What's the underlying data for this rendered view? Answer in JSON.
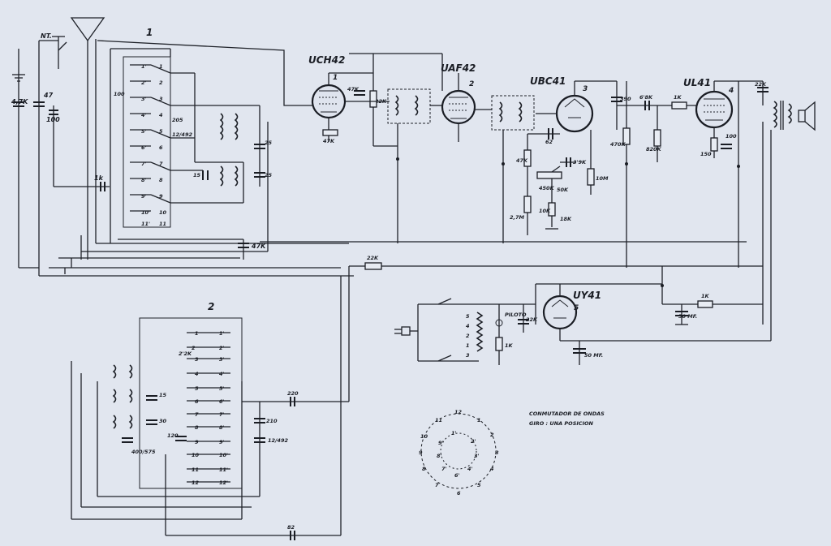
{
  "valves": [
    {
      "type": "UCH42",
      "number": "1"
    },
    {
      "type": "UAF42",
      "number": "2"
    },
    {
      "type": "UBC41",
      "number": "3"
    },
    {
      "type": "UL41",
      "number": "4"
    },
    {
      "type": "UY41",
      "number": "5"
    }
  ],
  "labels": {
    "switch1": "1",
    "switch2": "2",
    "nt": "NT.",
    "c_ant": "4,7K",
    "c47_top": "47",
    "c100_left": "100",
    "c_1k": "1k",
    "c47k_bottom": "47K",
    "c100_sw": "100",
    "c205": "205",
    "c12_492_top": "12/492",
    "c25a": "25",
    "c25b": "25",
    "c15_top": "15",
    "r47k_uch": "47K",
    "c47k_uch": "47K",
    "r22k_uch": "22K",
    "c62": "62",
    "r47k_det": "47K",
    "pot450k": "450K",
    "r50k": "50K",
    "c3_9k": "3'9K",
    "r10m": "10M",
    "r10k": "10K",
    "r18k": "18K",
    "r2_7m": "2,7M",
    "c390": "390",
    "c6_8k": "6'8K",
    "r1k_grid": "1K",
    "r470k": "470K",
    "r820k": "820K",
    "r150": "150",
    "c100_cat": "100",
    "c22k_out": "22K",
    "r22k_ht": "22K",
    "r1k_ht": "1K",
    "c50uf_a": "50 MF.",
    "c50uf_b": "50 MF.",
    "piloto": "PILOTO",
    "c22k_mains": "22K",
    "r1k_mains": "1K",
    "c2_2k": "2'2K",
    "c15_bottom": "15",
    "c30": "30",
    "c400_575": "400/575",
    "c120": "120",
    "c210": "210",
    "c12_492_bottom": "12/492",
    "c220": "220",
    "c82": "82"
  },
  "switch1": {
    "contacts": [
      "1'",
      "1",
      "2'",
      "2",
      "3'",
      "3",
      "4'",
      "4",
      "5'",
      "5",
      "6'",
      "6",
      "7'",
      "7",
      "8'",
      "8",
      "9'",
      "9",
      "10'",
      "10",
      "11'",
      "11"
    ]
  },
  "switch2": {
    "contacts": [
      "1",
      "1'",
      "2",
      "2'",
      "3",
      "3'",
      "4",
      "4'",
      "5",
      "5'",
      "6",
      "6'",
      "7",
      "7'",
      "8",
      "8'",
      "9",
      "9'",
      "10",
      "10'",
      "11",
      "11'",
      "12",
      "12'"
    ]
  },
  "heater": {
    "chain": [
      "5",
      "4",
      "2",
      "1",
      "3"
    ]
  },
  "rotary": {
    "labels": [
      "12",
      "1",
      "2",
      "3",
      "4",
      "5",
      "6",
      "7",
      "8",
      "9",
      "10",
      "11"
    ],
    "inner": [
      "1'",
      "2'",
      "3'",
      "4'",
      "6'",
      "7'",
      "8'",
      "9'"
    ]
  },
  "caption": {
    "line1": "CONMUTADOR DE ONDAS",
    "line2": "GIRO : UNA POSICION"
  }
}
